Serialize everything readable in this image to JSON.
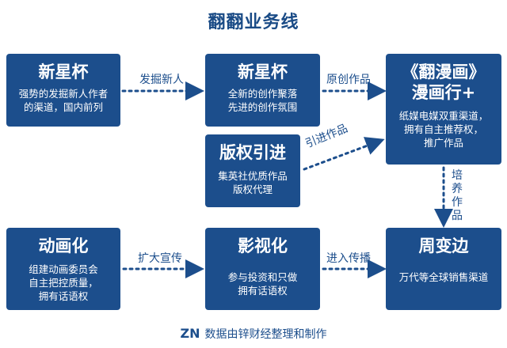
{
  "title": "翻翻业务线",
  "boxes": {
    "xinxingbei1": {
      "title": "新星杯",
      "desc": [
        "强势的发掘新人作者",
        "的渠道，国内前列"
      ]
    },
    "xinxingbei2": {
      "title": "新星杯",
      "desc": [
        "全新的创作聚落",
        "先进的创作氛围"
      ]
    },
    "fanmanhua": {
      "title": [
        "《翻漫画》",
        "漫画行+"
      ],
      "desc": [
        "纸媒电媒双重渠道，",
        "拥有自主推荐权，",
        "推广作品"
      ]
    },
    "banquan": {
      "title": "版权引进",
      "desc": [
        "集英社优质作品",
        "版权代理"
      ]
    },
    "donghua": {
      "title": "动画化",
      "desc": [
        "组建动画委员会",
        "自主把控质量，",
        "拥有话语权"
      ]
    },
    "yingshi": {
      "title": "影视化",
      "desc": [
        "参与投资和只做",
        "拥有话语权"
      ]
    },
    "zhoubian": {
      "title": "周变边",
      "desc": [
        "万代等全球销售渠道"
      ]
    }
  },
  "arrows": {
    "a1": "发掘新人",
    "a2": "原创作品",
    "a3": "引进作品",
    "a4": [
      "培",
      "养",
      "作",
      "品"
    ],
    "a5": "扩大宣传",
    "a6": "进入传播"
  },
  "footer": {
    "logo": "ZN",
    "text": "数据由锌财经整理和制作"
  },
  "colors": {
    "box": "#1c4e8c",
    "text": "#1c4e8c"
  }
}
